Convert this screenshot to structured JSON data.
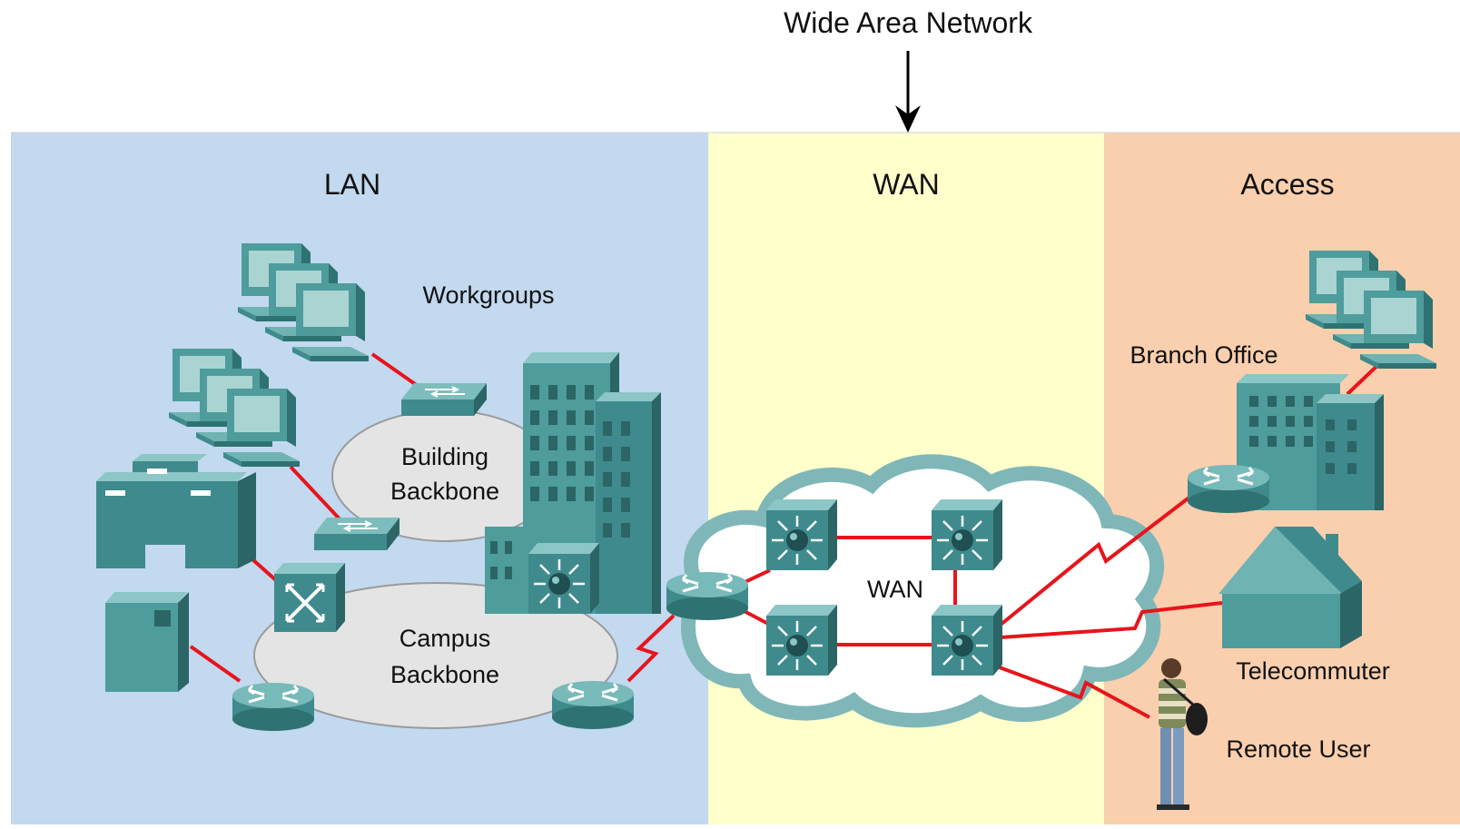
{
  "top_label": "Wide Area Network",
  "zones": {
    "lan": {
      "title": "LAN",
      "color": "#c2d9ef"
    },
    "wan": {
      "title": "WAN",
      "color": "#ffffcc"
    },
    "access": {
      "title": "Access",
      "color": "#f9cfae"
    }
  },
  "labels": {
    "workgroups": "Workgroups",
    "building_backbone_1": "Building",
    "building_backbone_2": "Backbone",
    "campus_backbone_1": "Campus",
    "campus_backbone_2": "Backbone",
    "wan_cloud": "WAN",
    "branch_office": "Branch Office",
    "telecommuter": "Telecommuter",
    "remote_user": "Remote User"
  },
  "colors": {
    "link": "#e8141b",
    "device": "#3f8a8c",
    "device_light": "#6fb3b3",
    "device_dark": "#2b6566",
    "backbone_fill": "#e4e4e4"
  },
  "icons": [
    "pc-workstation-icon",
    "workgroup-switch-icon",
    "atm-switch-icon",
    "router-icon",
    "multilayer-switch-icon",
    "building-icon",
    "house-icon",
    "mainframe-icon",
    "server-icon",
    "person-icon",
    "cloud-icon"
  ]
}
